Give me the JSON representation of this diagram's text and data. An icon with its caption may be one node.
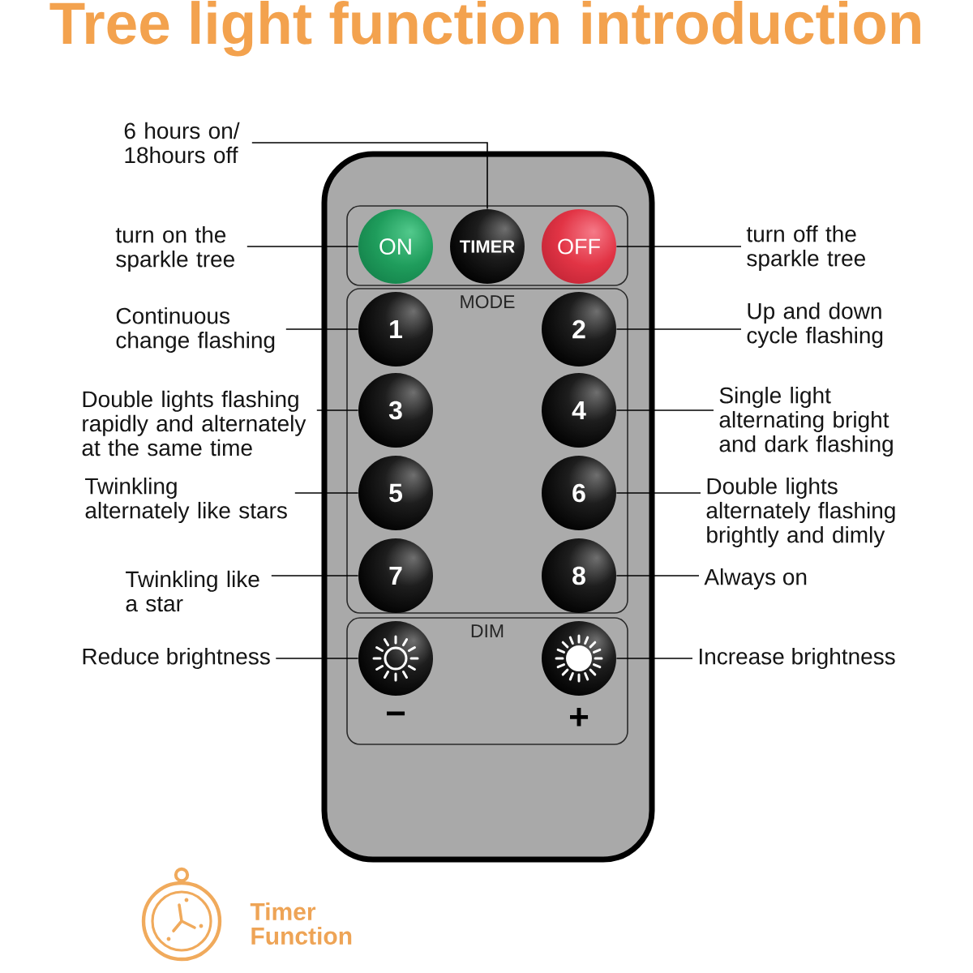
{
  "diagram": {
    "title": "Tree light function introduction",
    "nodes": [
      {
        "text": [],
        "shape": "box"
      },
      {
        "text": [],
        "shape": "box",
        "in": 0
      },
      {
        "text": [
          "ON"
        ],
        "in": 1
      },
      {
        "text": [
          "TIMER"
        ],
        "in": 1
      },
      {
        "text": [
          "OFF"
        ],
        "in": 1
      },
      {
        "text": [
          "MODE"
        ],
        "in": 0
      },
      {
        "text": [
          "1"
        ],
        "in": 5
      },
      {
        "text": [
          "2"
        ],
        "in": 5
      },
      {
        "text": [
          "3"
        ],
        "in": 5
      },
      {
        "text": [
          "4"
        ],
        "in": 5
      },
      {
        "text": [
          "5"
        ],
        "in": 5
      },
      {
        "text": [
          "6"
        ],
        "in": 5
      },
      {
        "text": [
          "7"
        ],
        "in": 5
      },
      {
        "text": [
          "8"
        ],
        "in": 5
      },
      {
        "text": [
          "DIM"
        ],
        "in": 0
      },
      {
        "text": [],
        "shape": "circle",
        "in": 14,
        "beside": [
          "−"
        ]
      },
      {
        "text": [],
        "shape": "circle",
        "in": 14,
        "beside": [
          "+"
        ]
      },
      {
        "text": [
          "6 hours on/ 18hours off"
        ]
      },
      {
        "text": [
          "turn on the sparkle tree"
        ]
      },
      {
        "text": [
          "turn off the sparkle tree"
        ]
      },
      {
        "text": [
          "Continuous change flashing"
        ]
      },
      {
        "text": [
          "Up and down cycle flashing"
        ]
      },
      {
        "text": [
          "Double lights flashing rapidly and alternately at the same time"
        ]
      },
      {
        "text": [
          "Single light alternating bright and dark flashing"
        ]
      },
      {
        "text": [
          "Twinkling alternately like stars"
        ]
      },
      {
        "text": [
          "Double lights alternately flashing brightly and dimly"
        ]
      },
      {
        "text": [
          "Twinkling like a star"
        ]
      },
      {
        "text": [
          "Always on"
        ]
      },
      {
        "text": [
          "Reduce brightness"
        ]
      },
      {
        "text": [
          "Increase brightness"
        ]
      }
    ],
    "edges": [
      {
        "from": 17,
        "to": 3,
        "arrow": "none"
      },
      {
        "from": 18,
        "to": 2,
        "arrow": "none"
      },
      {
        "from": 19,
        "to": 4,
        "arrow": "none"
      },
      {
        "from": 20,
        "to": 6,
        "arrow": "none"
      },
      {
        "from": 21,
        "to": 7,
        "arrow": "none"
      },
      {
        "from": 22,
        "to": 8,
        "arrow": "none"
      },
      {
        "from": 23,
        "to": 9,
        "arrow": "none"
      },
      {
        "from": 24,
        "to": 10,
        "arrow": "none"
      },
      {
        "from": 25,
        "to": 11,
        "arrow": "none"
      },
      {
        "from": 26,
        "to": 12,
        "arrow": "none"
      },
      {
        "from": 27,
        "to": 13,
        "arrow": "none"
      },
      {
        "from": 28,
        "to": 15,
        "arrow": "none"
      },
      {
        "from": 29,
        "to": 16,
        "arrow": "none"
      }
    ],
    "labels": [
      "Timer Function"
    ]
  }
}
